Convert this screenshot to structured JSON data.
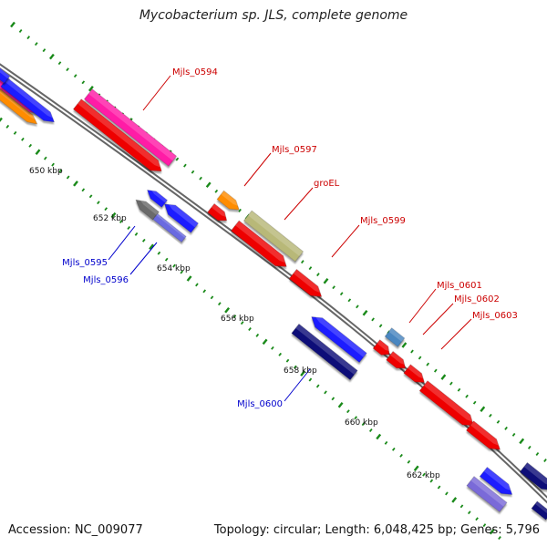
{
  "title": "Mycobacterium sp. JLS, complete genome",
  "accession": "Accession: NC_009077",
  "summary": "Topology: circular; Length: 6,048,425 bp; Genes: 5,796",
  "colors": {
    "backbone": "#8a8a8a",
    "tick": "#1a8a1a",
    "label_forward": "#cc0000",
    "label_reverse": "#0000cc",
    "red": "#ee0000",
    "magenta": "#ff1aa6",
    "orange": "#ff8c00",
    "olive": "#b8b878",
    "blue": "#1a1aff",
    "navy": "#0a0a78",
    "grey": "#6a6a6a",
    "steel": "#4a86c0",
    "violet": "#7a6ad8"
  },
  "tick_labels": [
    "650 kbp",
    "652 kbp",
    "654 kbp",
    "656 kbp",
    "658 kbp",
    "660 kbp",
    "662 kbp"
  ],
  "gene_labels": {
    "forward": [
      "Mjls_0594",
      "Mjls_0597",
      "groEL",
      "Mjls_0599",
      "Mjls_0601",
      "Mjls_0602",
      "Mjls_0603"
    ],
    "reverse": [
      "Mjls_0595",
      "Mjls_0596",
      "Mjls_0600"
    ]
  }
}
